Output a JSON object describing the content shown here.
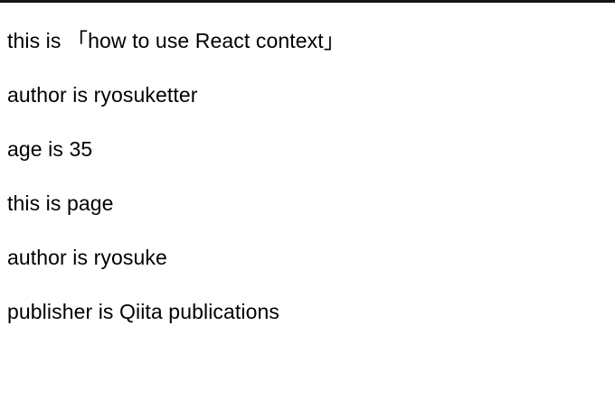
{
  "page": {
    "background_color": "#ffffff",
    "text_color": "#000000",
    "top_bar_color": "#141414"
  },
  "content": {
    "lines": [
      {
        "id": "book-title",
        "text": "this is 「how to use React context」"
      },
      {
        "id": "book-author",
        "text": "author is ryosuketter"
      },
      {
        "id": "book-age",
        "text": "age is 35"
      },
      {
        "id": "page-label",
        "text": "this is page"
      },
      {
        "id": "page-author",
        "text": "author is ryosuke"
      },
      {
        "id": "page-publisher",
        "text": "publisher is Qiita publications"
      }
    ]
  }
}
